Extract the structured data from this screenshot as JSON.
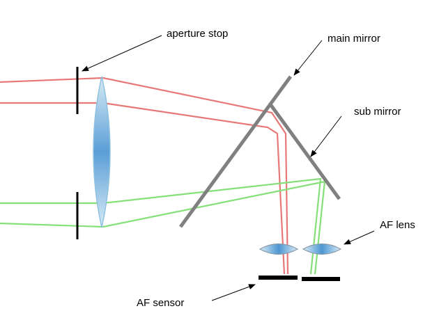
{
  "labels": {
    "aperture_stop": "aperture stop",
    "main_mirror": "main mirror",
    "sub_mirror": "sub mirror",
    "af_lens": "AF lens",
    "af_sensor": "AF sensor"
  },
  "colors": {
    "red_ray": "#e87878",
    "green_ray": "#86e07a",
    "mirror": "#808080",
    "stop": "#000000",
    "lens_edge": "#8fc0de",
    "lens_center": "#5a9ed6"
  }
}
